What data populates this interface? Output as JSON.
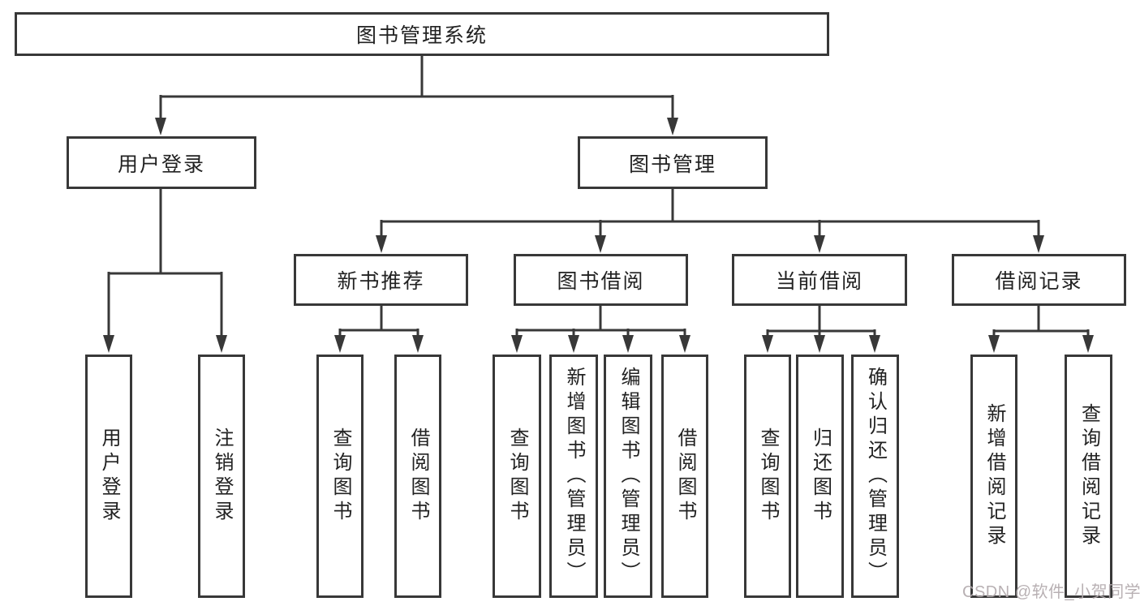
{
  "colors": {
    "line": "#383838",
    "box_border": "#383838",
    "text": "#222222",
    "watermark_text": "#b2aaad",
    "background": "#ffffff"
  },
  "watermark": {
    "label": "CSDN @软件_小贺同学"
  },
  "nodes": {
    "root": {
      "label": "图书管理系统"
    },
    "login": {
      "label": "用户登录",
      "children": [
        {
          "label": "用户登录"
        },
        {
          "label": "注销登录"
        }
      ]
    },
    "mgmt": {
      "label": "图书管理"
    },
    "recommend": {
      "label": "新书推荐",
      "children": [
        {
          "label": "查询图书"
        },
        {
          "label": "借阅图书"
        }
      ]
    },
    "borrow": {
      "label": "图书借阅",
      "children": [
        {
          "label": "查询图书"
        },
        {
          "label": "新增图书（管理员）"
        },
        {
          "label": "编辑图书（管理员）"
        },
        {
          "label": "借阅图书"
        }
      ]
    },
    "current": {
      "label": "当前借阅",
      "children": [
        {
          "label": "查询图书"
        },
        {
          "label": "归还图书"
        },
        {
          "label": "确认归还（管理员）"
        }
      ]
    },
    "records": {
      "label": "借阅记录",
      "children": [
        {
          "label": "新增借阅记录"
        },
        {
          "label": "查询借阅记录"
        }
      ]
    }
  }
}
